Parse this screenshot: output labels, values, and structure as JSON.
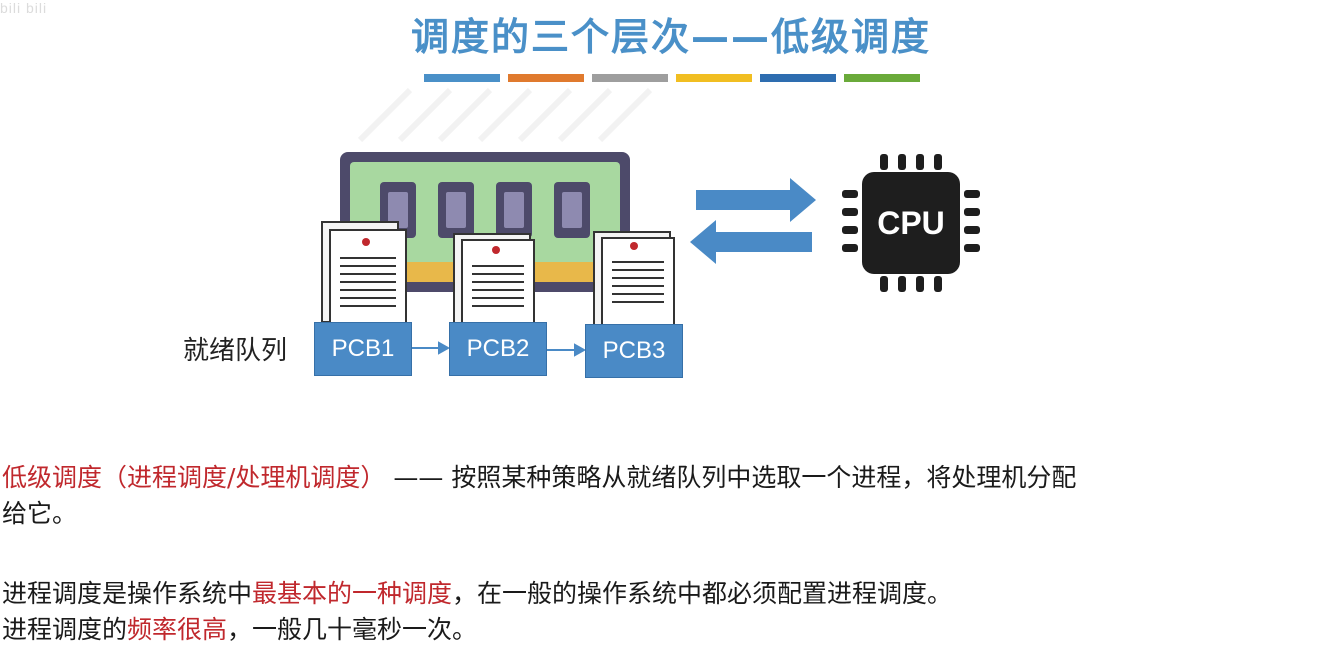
{
  "watermark": "bili bili",
  "slide": {
    "title": "调度的三个层次——低级调度",
    "bar_colors": [
      "#4a90c8",
      "#e07a2e",
      "#9e9e9e",
      "#f1be21",
      "#2e6db0",
      "#6aaa3a"
    ]
  },
  "diagram": {
    "queue_label": "就绪队列",
    "pcbs": [
      "PCB1",
      "PCB2",
      "PCB3"
    ],
    "cpu_label": "CPU"
  },
  "definition": {
    "term": "低级调度（进程调度/处理机调度）",
    "rest_line1": "—— 按照某种策略从就绪队列中选取一个进程，将处理机分配",
    "line2": "给它。"
  },
  "line3": {
    "part1": "进程调度是操作系统中",
    "highlight": "最基本的一种调度",
    "part2": "，在一般的操作系统中都必须配置进程调度。"
  },
  "line4": {
    "part1": "进程调度的",
    "highlight": "频率很高",
    "part2": "，一般几十毫秒一次。"
  }
}
